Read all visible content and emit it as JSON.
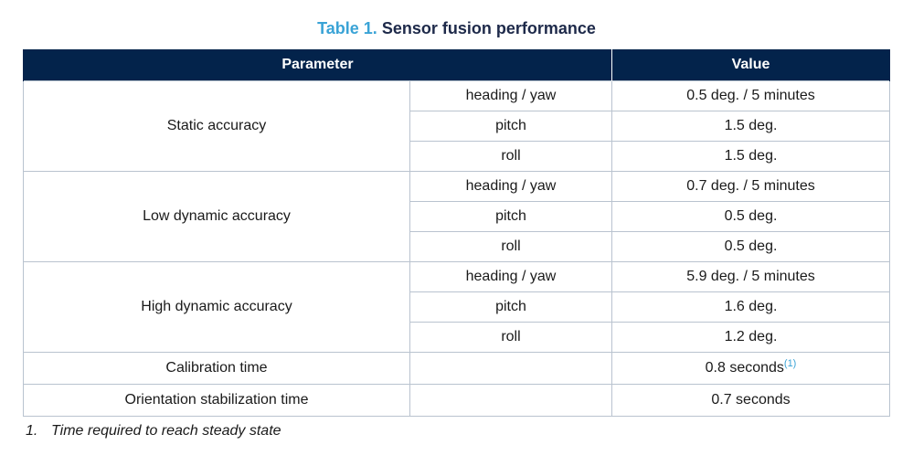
{
  "caption": {
    "number": "Table 1.",
    "title": "Sensor fusion performance"
  },
  "table": {
    "headers": {
      "parameter": "Parameter",
      "value": "Value"
    },
    "groups": [
      {
        "parameter": "Static accuracy",
        "rows": [
          {
            "sub": "heading / yaw",
            "value": "0.5 deg. / 5 minutes"
          },
          {
            "sub": "pitch",
            "value": "1.5 deg."
          },
          {
            "sub": "roll",
            "value": "1.5 deg."
          }
        ]
      },
      {
        "parameter": "Low dynamic accuracy",
        "rows": [
          {
            "sub": "heading / yaw",
            "value": "0.7 deg. / 5 minutes"
          },
          {
            "sub": "pitch",
            "value": "0.5 deg."
          },
          {
            "sub": "roll",
            "value": "0.5 deg."
          }
        ]
      },
      {
        "parameter": "High dynamic accuracy",
        "rows": [
          {
            "sub": "heading / yaw",
            "value": "5.9 deg. / 5 minutes"
          },
          {
            "sub": "pitch",
            "value": "1.6 deg."
          },
          {
            "sub": "roll",
            "value": "1.2 deg."
          }
        ]
      }
    ],
    "single_rows": [
      {
        "parameter": "Calibration time",
        "sub": "",
        "value": "0.8 seconds",
        "ref": "(1)"
      },
      {
        "parameter": "Orientation stabilization time",
        "sub": "",
        "value": "0.7 seconds"
      }
    ]
  },
  "footnote": {
    "number": "1.",
    "text": "Time required to reach steady state"
  },
  "colors": {
    "header_bg": "#03234b",
    "caption_number": "#3aa3d6",
    "caption_title": "#1e2a4a",
    "border": "#b9c3cf"
  }
}
